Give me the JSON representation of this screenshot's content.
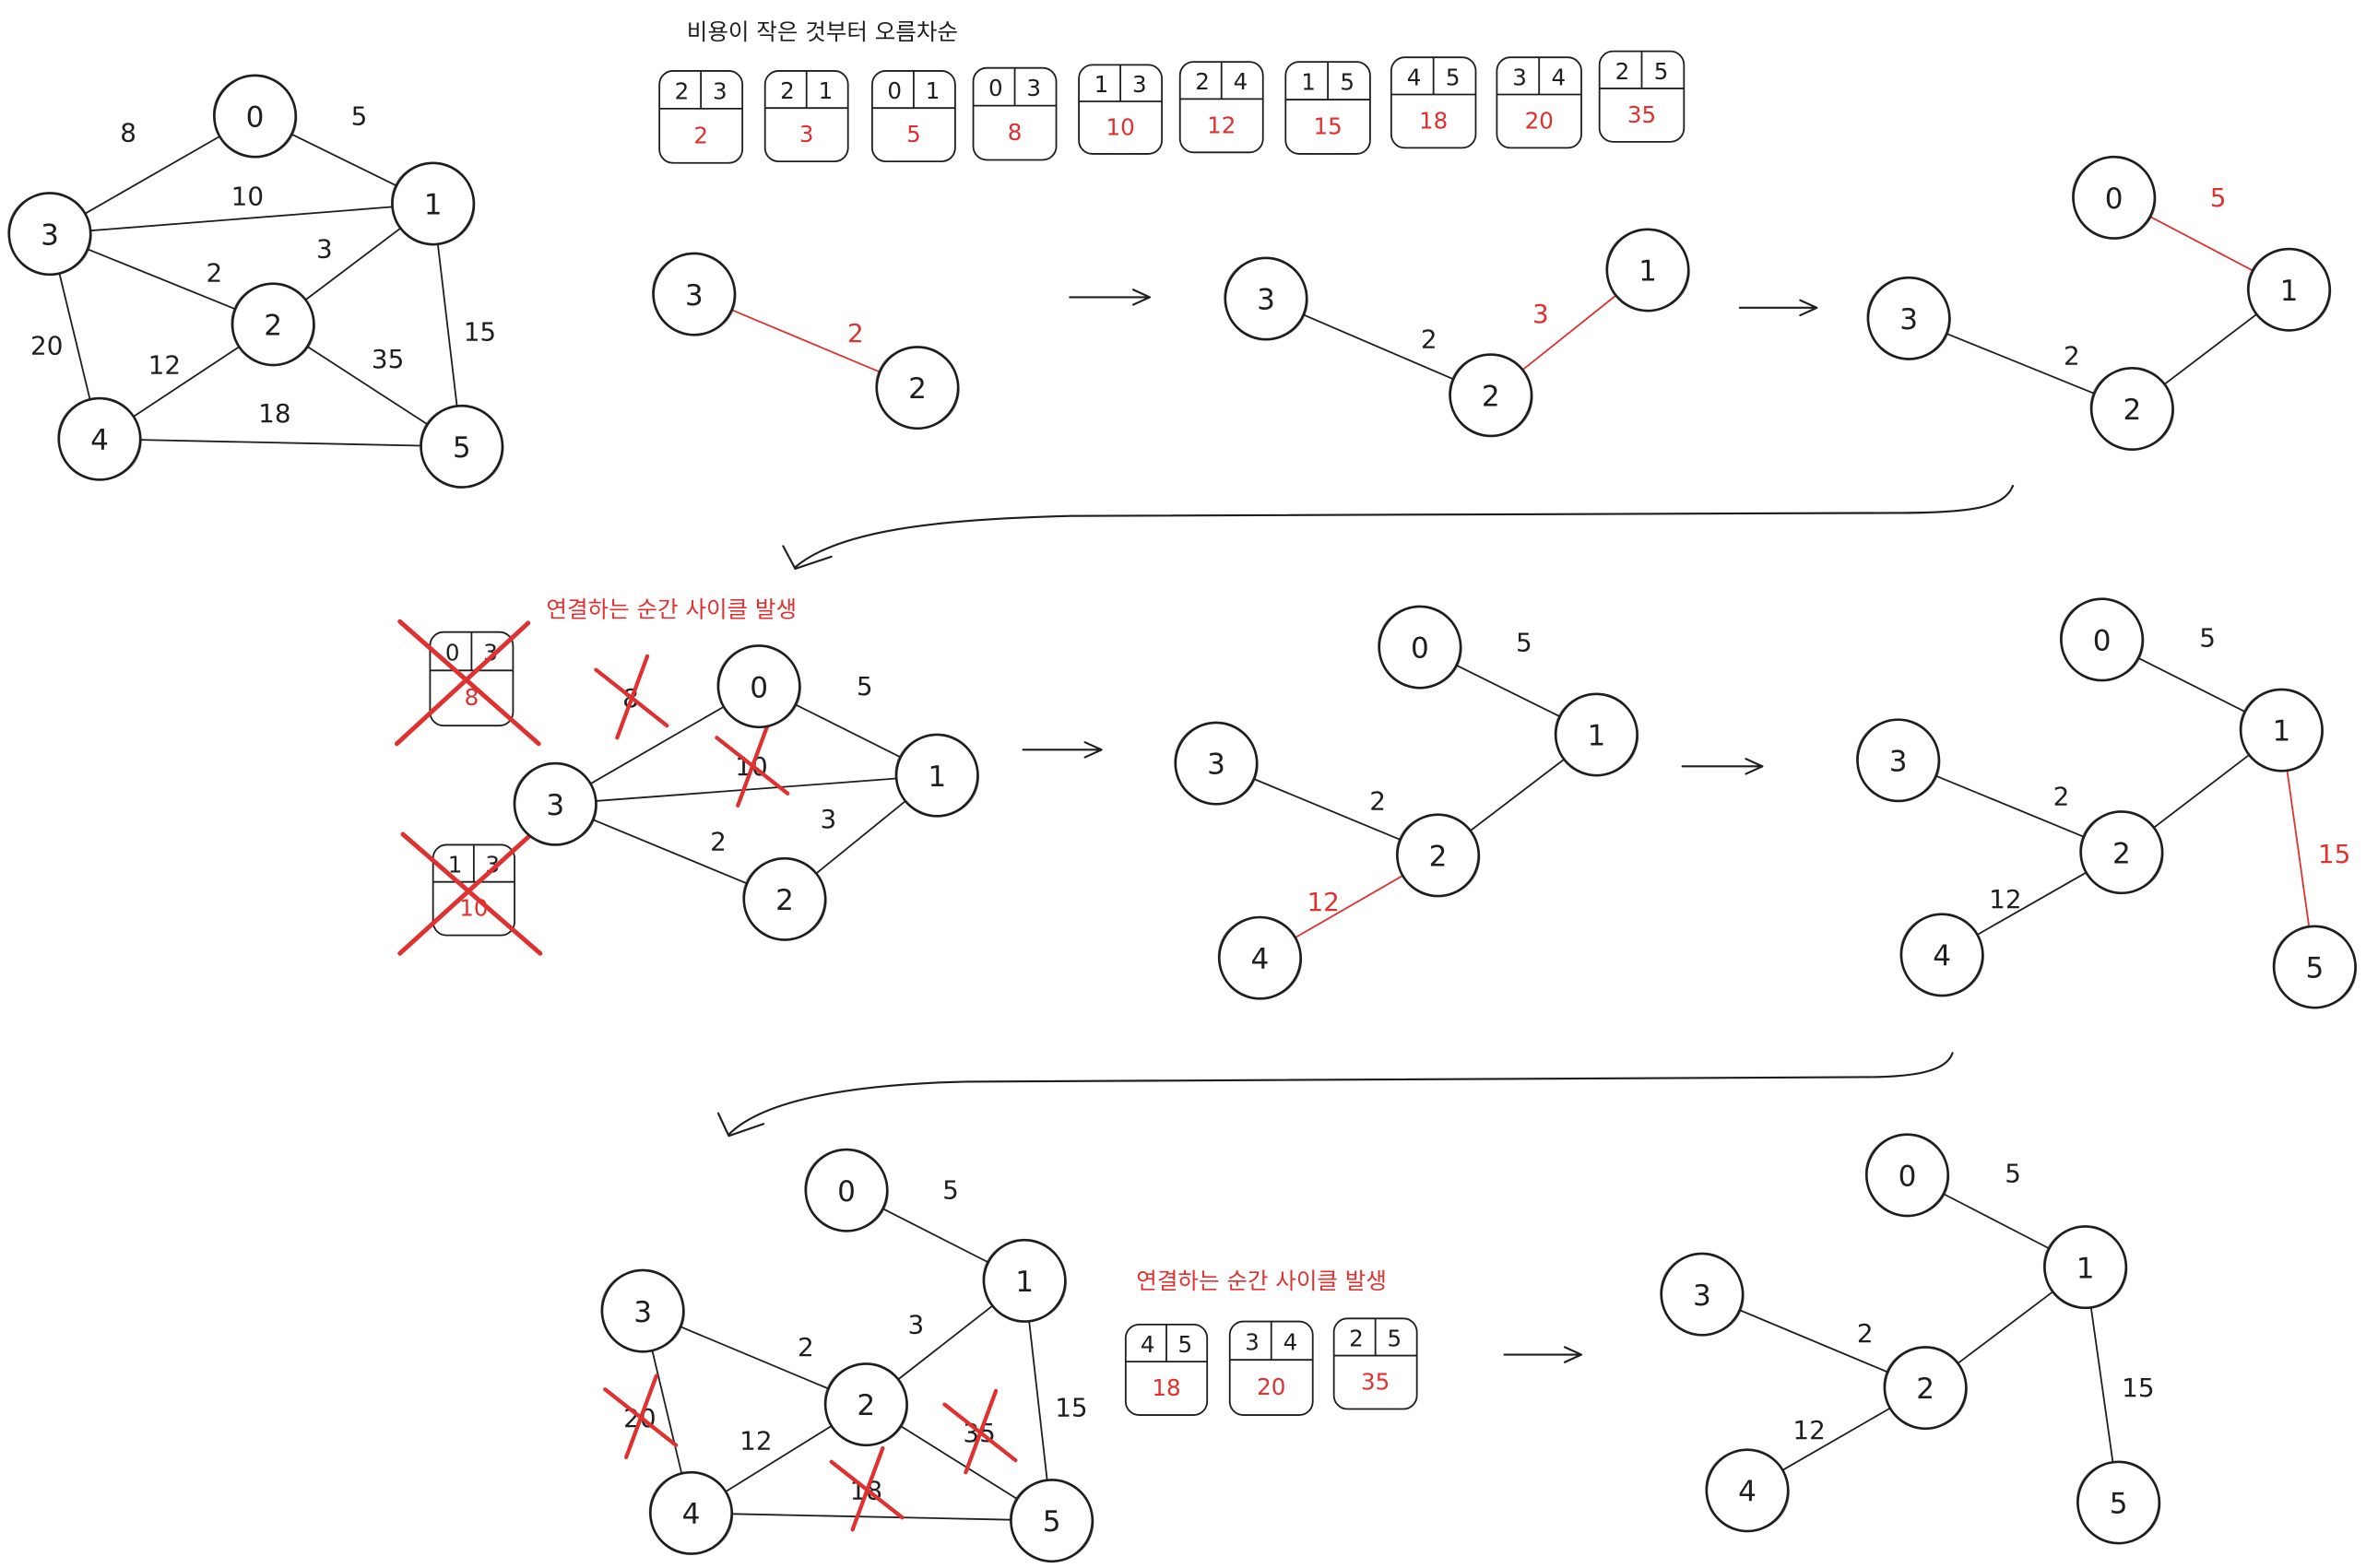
{
  "colors": {
    "ink": "#1e1e1e",
    "highlight": "#e03131",
    "paper": "#ffffff"
  },
  "sort_caption": "비용이 작은 것부터 오름차순",
  "sorted_edges": [
    {
      "u": 2,
      "v": 3,
      "w": 2
    },
    {
      "u": 2,
      "v": 1,
      "w": 3
    },
    {
      "u": 0,
      "v": 1,
      "w": 5
    },
    {
      "u": 0,
      "v": 3,
      "w": 8
    },
    {
      "u": 1,
      "v": 3,
      "w": 10
    },
    {
      "u": 2,
      "v": 4,
      "w": 12
    },
    {
      "u": 1,
      "v": 5,
      "w": 15
    },
    {
      "u": 4,
      "v": 5,
      "w": 18
    },
    {
      "u": 3,
      "v": 4,
      "w": 20
    },
    {
      "u": 2,
      "v": 5,
      "w": 35
    }
  ],
  "panels": {
    "original": {
      "nodes": [
        0,
        1,
        2,
        3,
        4,
        5
      ],
      "edges": [
        {
          "ends": [
            3,
            0
          ],
          "w": 8
        },
        {
          "ends": [
            0,
            1
          ],
          "w": 5
        },
        {
          "ends": [
            3,
            1
          ],
          "w": 10
        },
        {
          "ends": [
            3,
            2
          ],
          "w": 2
        },
        {
          "ends": [
            2,
            1
          ],
          "w": 3
        },
        {
          "ends": [
            1,
            5
          ],
          "w": 15
        },
        {
          "ends": [
            3,
            4
          ],
          "w": 20
        },
        {
          "ends": [
            4,
            2
          ],
          "w": 12
        },
        {
          "ends": [
            2,
            5
          ],
          "w": 35
        },
        {
          "ends": [
            4,
            5
          ],
          "w": 18
        }
      ]
    },
    "step1": {
      "nodes": [
        3,
        2
      ],
      "edges": [
        {
          "ends": [
            3,
            2
          ],
          "w": 2,
          "highlight": true
        }
      ]
    },
    "step2": {
      "nodes": [
        3,
        2,
        1
      ],
      "edges": [
        {
          "ends": [
            3,
            2
          ],
          "w": 2
        },
        {
          "ends": [
            2,
            1
          ],
          "w": 3,
          "highlight": true
        }
      ]
    },
    "step3": {
      "nodes": [
        0,
        1,
        3,
        2
      ],
      "edges": [
        {
          "ends": [
            0,
            1
          ],
          "w": 5,
          "highlight": true
        },
        {
          "ends": [
            3,
            2
          ],
          "w": 2
        },
        {
          "ends": [
            2,
            1
          ]
        }
      ]
    },
    "cycle1": {
      "caption": "연결하는 순간 사이클 발생",
      "cards": [
        {
          "u": 0,
          "v": 3,
          "w": 8,
          "crossed": true
        },
        {
          "u": 1,
          "v": 3,
          "w": 10,
          "crossed": true
        }
      ],
      "nodes": [
        0,
        1,
        3,
        2
      ],
      "edges": [
        {
          "ends": [
            3,
            0
          ],
          "w": 8,
          "rejected": true
        },
        {
          "ends": [
            0,
            1
          ],
          "w": 5
        },
        {
          "ends": [
            3,
            1
          ],
          "w": 10,
          "rejected": true
        },
        {
          "ends": [
            3,
            2
          ],
          "w": 2
        },
        {
          "ends": [
            2,
            1
          ],
          "w": 3
        }
      ]
    },
    "step4": {
      "nodes": [
        0,
        1,
        3,
        2,
        4
      ],
      "edges": [
        {
          "ends": [
            0,
            1
          ],
          "w": 5
        },
        {
          "ends": [
            3,
            2
          ],
          "w": 2
        },
        {
          "ends": [
            2,
            1
          ]
        },
        {
          "ends": [
            2,
            4
          ],
          "w": 12,
          "highlight": true
        }
      ]
    },
    "step5": {
      "nodes": [
        0,
        1,
        3,
        2,
        4,
        5
      ],
      "edges": [
        {
          "ends": [
            0,
            1
          ],
          "w": 5
        },
        {
          "ends": [
            3,
            2
          ],
          "w": 2
        },
        {
          "ends": [
            2,
            1
          ]
        },
        {
          "ends": [
            2,
            4
          ],
          "w": 12
        },
        {
          "ends": [
            1,
            5
          ],
          "w": 15,
          "highlight": true
        }
      ]
    },
    "cycle2": {
      "caption": "연결하는 순간 사이클 발생",
      "cards": [
        {
          "u": 4,
          "v": 5,
          "w": 18
        },
        {
          "u": 3,
          "v": 4,
          "w": 20
        },
        {
          "u": 2,
          "v": 5,
          "w": 35
        }
      ],
      "nodes": [
        0,
        1,
        3,
        2,
        4,
        5
      ],
      "edges": [
        {
          "ends": [
            0,
            1
          ],
          "w": 5
        },
        {
          "ends": [
            3,
            2
          ],
          "w": 2
        },
        {
          "ends": [
            2,
            1
          ],
          "w": 3
        },
        {
          "ends": [
            1,
            5
          ],
          "w": 15
        },
        {
          "ends": [
            3,
            4
          ],
          "w": 20,
          "rejected": true
        },
        {
          "ends": [
            2,
            4
          ],
          "w": 12
        },
        {
          "ends": [
            2,
            5
          ],
          "w": 35,
          "rejected": true
        },
        {
          "ends": [
            4,
            5
          ],
          "w": 18,
          "rejected": true
        }
      ]
    },
    "final": {
      "nodes": [
        0,
        1,
        3,
        2,
        4,
        5
      ],
      "edges": [
        {
          "ends": [
            0,
            1
          ],
          "w": 5
        },
        {
          "ends": [
            3,
            2
          ],
          "w": 2
        },
        {
          "ends": [
            2,
            1
          ]
        },
        {
          "ends": [
            2,
            4
          ],
          "w": 12
        },
        {
          "ends": [
            1,
            5
          ],
          "w": 15
        }
      ]
    }
  }
}
